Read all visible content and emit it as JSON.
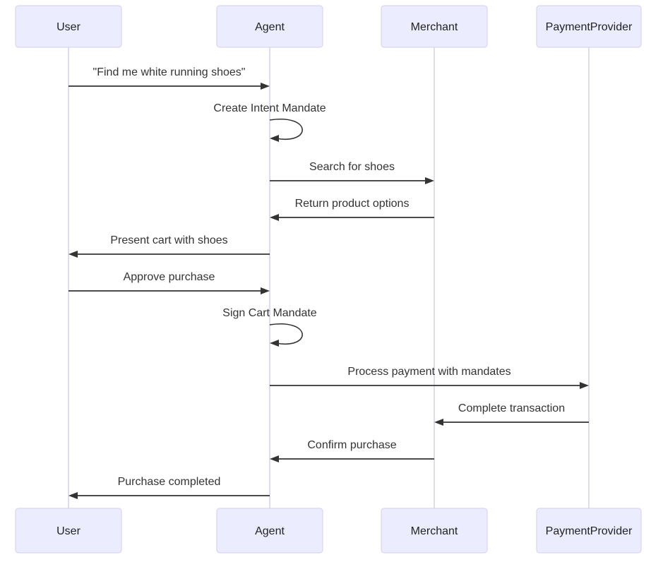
{
  "diagram": {
    "type": "sequence",
    "participants": [
      {
        "name": "User"
      },
      {
        "name": "Agent"
      },
      {
        "name": "Merchant"
      },
      {
        "name": "PaymentProvider"
      }
    ],
    "messages": [
      {
        "from": "User",
        "to": "Agent",
        "kind": "solid-arrow",
        "label": "\"Find me white running shoes\""
      },
      {
        "from": "Agent",
        "to": "Agent",
        "kind": "self-loop",
        "label": "Create Intent Mandate"
      },
      {
        "from": "Agent",
        "to": "Merchant",
        "kind": "solid-arrow",
        "label": "Search for shoes"
      },
      {
        "from": "Merchant",
        "to": "Agent",
        "kind": "solid-arrow",
        "label": "Return product options"
      },
      {
        "from": "Agent",
        "to": "User",
        "kind": "solid-arrow",
        "label": "Present cart with shoes"
      },
      {
        "from": "User",
        "to": "Agent",
        "kind": "solid-arrow",
        "label": "Approve purchase"
      },
      {
        "from": "Agent",
        "to": "Agent",
        "kind": "self-loop",
        "label": "Sign Cart Mandate"
      },
      {
        "from": "Agent",
        "to": "PaymentProvider",
        "kind": "solid-arrow",
        "label": "Process payment with mandates"
      },
      {
        "from": "PaymentProvider",
        "to": "Merchant",
        "kind": "solid-arrow",
        "label": "Complete transaction"
      },
      {
        "from": "Merchant",
        "to": "Agent",
        "kind": "solid-arrow",
        "label": "Confirm purchase"
      },
      {
        "from": "Agent",
        "to": "User",
        "kind": "solid-arrow",
        "label": "Purchase completed"
      }
    ],
    "colors": {
      "background": "#ffffff",
      "actor_fill": "#ECECFF",
      "actor_border": "#d3cdf0",
      "lifeline": "#d2cde9",
      "arrow": "#333333",
      "text": "#333333"
    }
  }
}
